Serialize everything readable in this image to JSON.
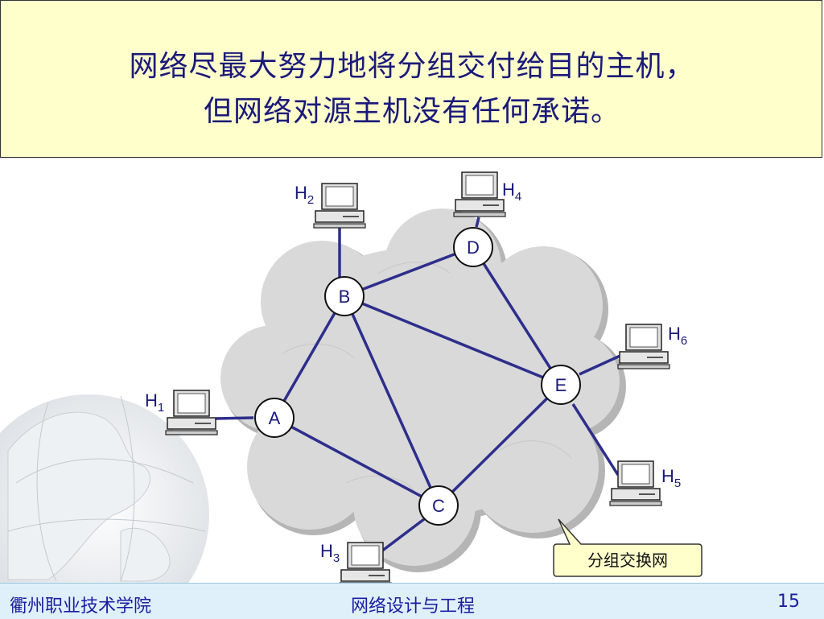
{
  "title": {
    "line1": "网络尽最大努力地将分组交付给目的主机，",
    "line2": "但网络对源主机没有任何承诺。"
  },
  "diagram": {
    "routers": [
      "A",
      "B",
      "C",
      "D",
      "E"
    ],
    "hosts": [
      {
        "name": "H",
        "sub": "1"
      },
      {
        "name": "H",
        "sub": "2"
      },
      {
        "name": "H",
        "sub": "3"
      },
      {
        "name": "H",
        "sub": "4"
      },
      {
        "name": "H",
        "sub": "5"
      },
      {
        "name": "H",
        "sub": "6"
      }
    ],
    "links": [
      [
        "A",
        "B"
      ],
      [
        "A",
        "C"
      ],
      [
        "B",
        "C"
      ],
      [
        "B",
        "D"
      ],
      [
        "B",
        "E"
      ],
      [
        "C",
        "E"
      ],
      [
        "D",
        "E"
      ],
      [
        "H1",
        "A"
      ],
      [
        "H2",
        "B"
      ],
      [
        "H3",
        "C"
      ],
      [
        "H4",
        "D"
      ],
      [
        "H5",
        "E"
      ],
      [
        "H6",
        "E"
      ]
    ],
    "callout": "分组交换网"
  },
  "footer": {
    "school": "衢州职业技术学院",
    "course": "网络设计与工程",
    "page": "15"
  },
  "colors": {
    "title_bg": "#ffffcc",
    "title_text": "#1a1a7a",
    "link": "#2e2e8c",
    "cloud": "#d9d9d9",
    "callout_bg": "#ffffcc",
    "footer_bg": "#dff0fb",
    "footer_text": "#1c1ca0"
  }
}
